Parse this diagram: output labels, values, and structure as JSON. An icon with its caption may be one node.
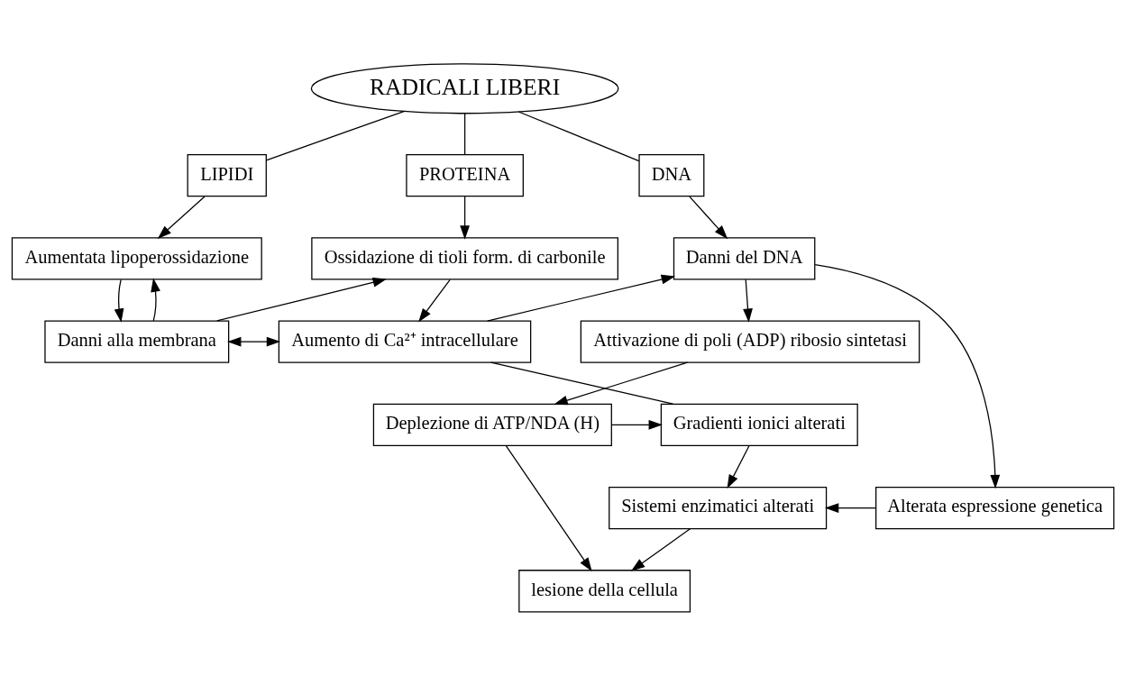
{
  "diagram": {
    "nodes": [
      {
        "text": [
          "RADICALI LIBERI"
        ]
      },
      {
        "text": [
          "LIPIDI"
        ]
      },
      {
        "text": [
          "PROTEINA"
        ]
      },
      {
        "text": [
          "DNA"
        ]
      },
      {
        "text": [
          "Aumentata lipoperossidazione"
        ]
      },
      {
        "text": [
          "Ossidazione di tioli form. di carbonile"
        ]
      },
      {
        "text": [
          "Danni del DNA"
        ]
      },
      {
        "text": [
          "Danni alla membrana"
        ]
      },
      {
        "text": [
          "Aumento di Ca²⁺ intracellulare"
        ]
      },
      {
        "text": [
          "Attivazione di poli (ADP) ribosio sintetasi"
        ]
      },
      {
        "text": [
          "Gradienti ionici alterati"
        ]
      },
      {
        "text": [
          "Deplezione di ATP/NDA (H)"
        ]
      },
      {
        "text": [
          "Sistemi enzimatici alterati"
        ]
      },
      {
        "text": [
          "Alterata espressione genetica"
        ]
      },
      {
        "text": [
          "lesione della cellula"
        ]
      }
    ],
    "edges": [
      {
        "from": 0,
        "to": 1,
        "arrow": "none"
      },
      {
        "from": 0,
        "to": 2,
        "arrow": "none"
      },
      {
        "from": 0,
        "to": 3,
        "arrow": "none"
      },
      {
        "from": 1,
        "to": 4,
        "arrow": "to"
      },
      {
        "from": 2,
        "to": 5,
        "arrow": "to"
      },
      {
        "from": 3,
        "to": 6,
        "arrow": "to"
      },
      {
        "from": 4,
        "to": 7,
        "arrow": "to"
      },
      {
        "from": 7,
        "to": 4,
        "arrow": "to"
      },
      {
        "from": 7,
        "to": 5,
        "arrow": "to"
      },
      {
        "from": 7,
        "to": 8,
        "arrow": "both"
      },
      {
        "from": 5,
        "to": 8,
        "arrow": "to"
      },
      {
        "from": 8,
        "to": 6,
        "arrow": "to"
      },
      {
        "from": 8,
        "to": 10,
        "arrow": "none"
      },
      {
        "from": 6,
        "to": 9,
        "arrow": "to"
      },
      {
        "from": 9,
        "to": 11,
        "arrow": "to"
      },
      {
        "from": 11,
        "to": 10,
        "arrow": "to"
      },
      {
        "from": 6,
        "to": 13,
        "arrow": "to"
      },
      {
        "from": 10,
        "to": 12,
        "arrow": "to"
      },
      {
        "from": 13,
        "to": 12,
        "arrow": "to"
      },
      {
        "from": 12,
        "to": 14,
        "arrow": "to"
      },
      {
        "from": 11,
        "to": 14,
        "arrow": "to"
      }
    ]
  }
}
